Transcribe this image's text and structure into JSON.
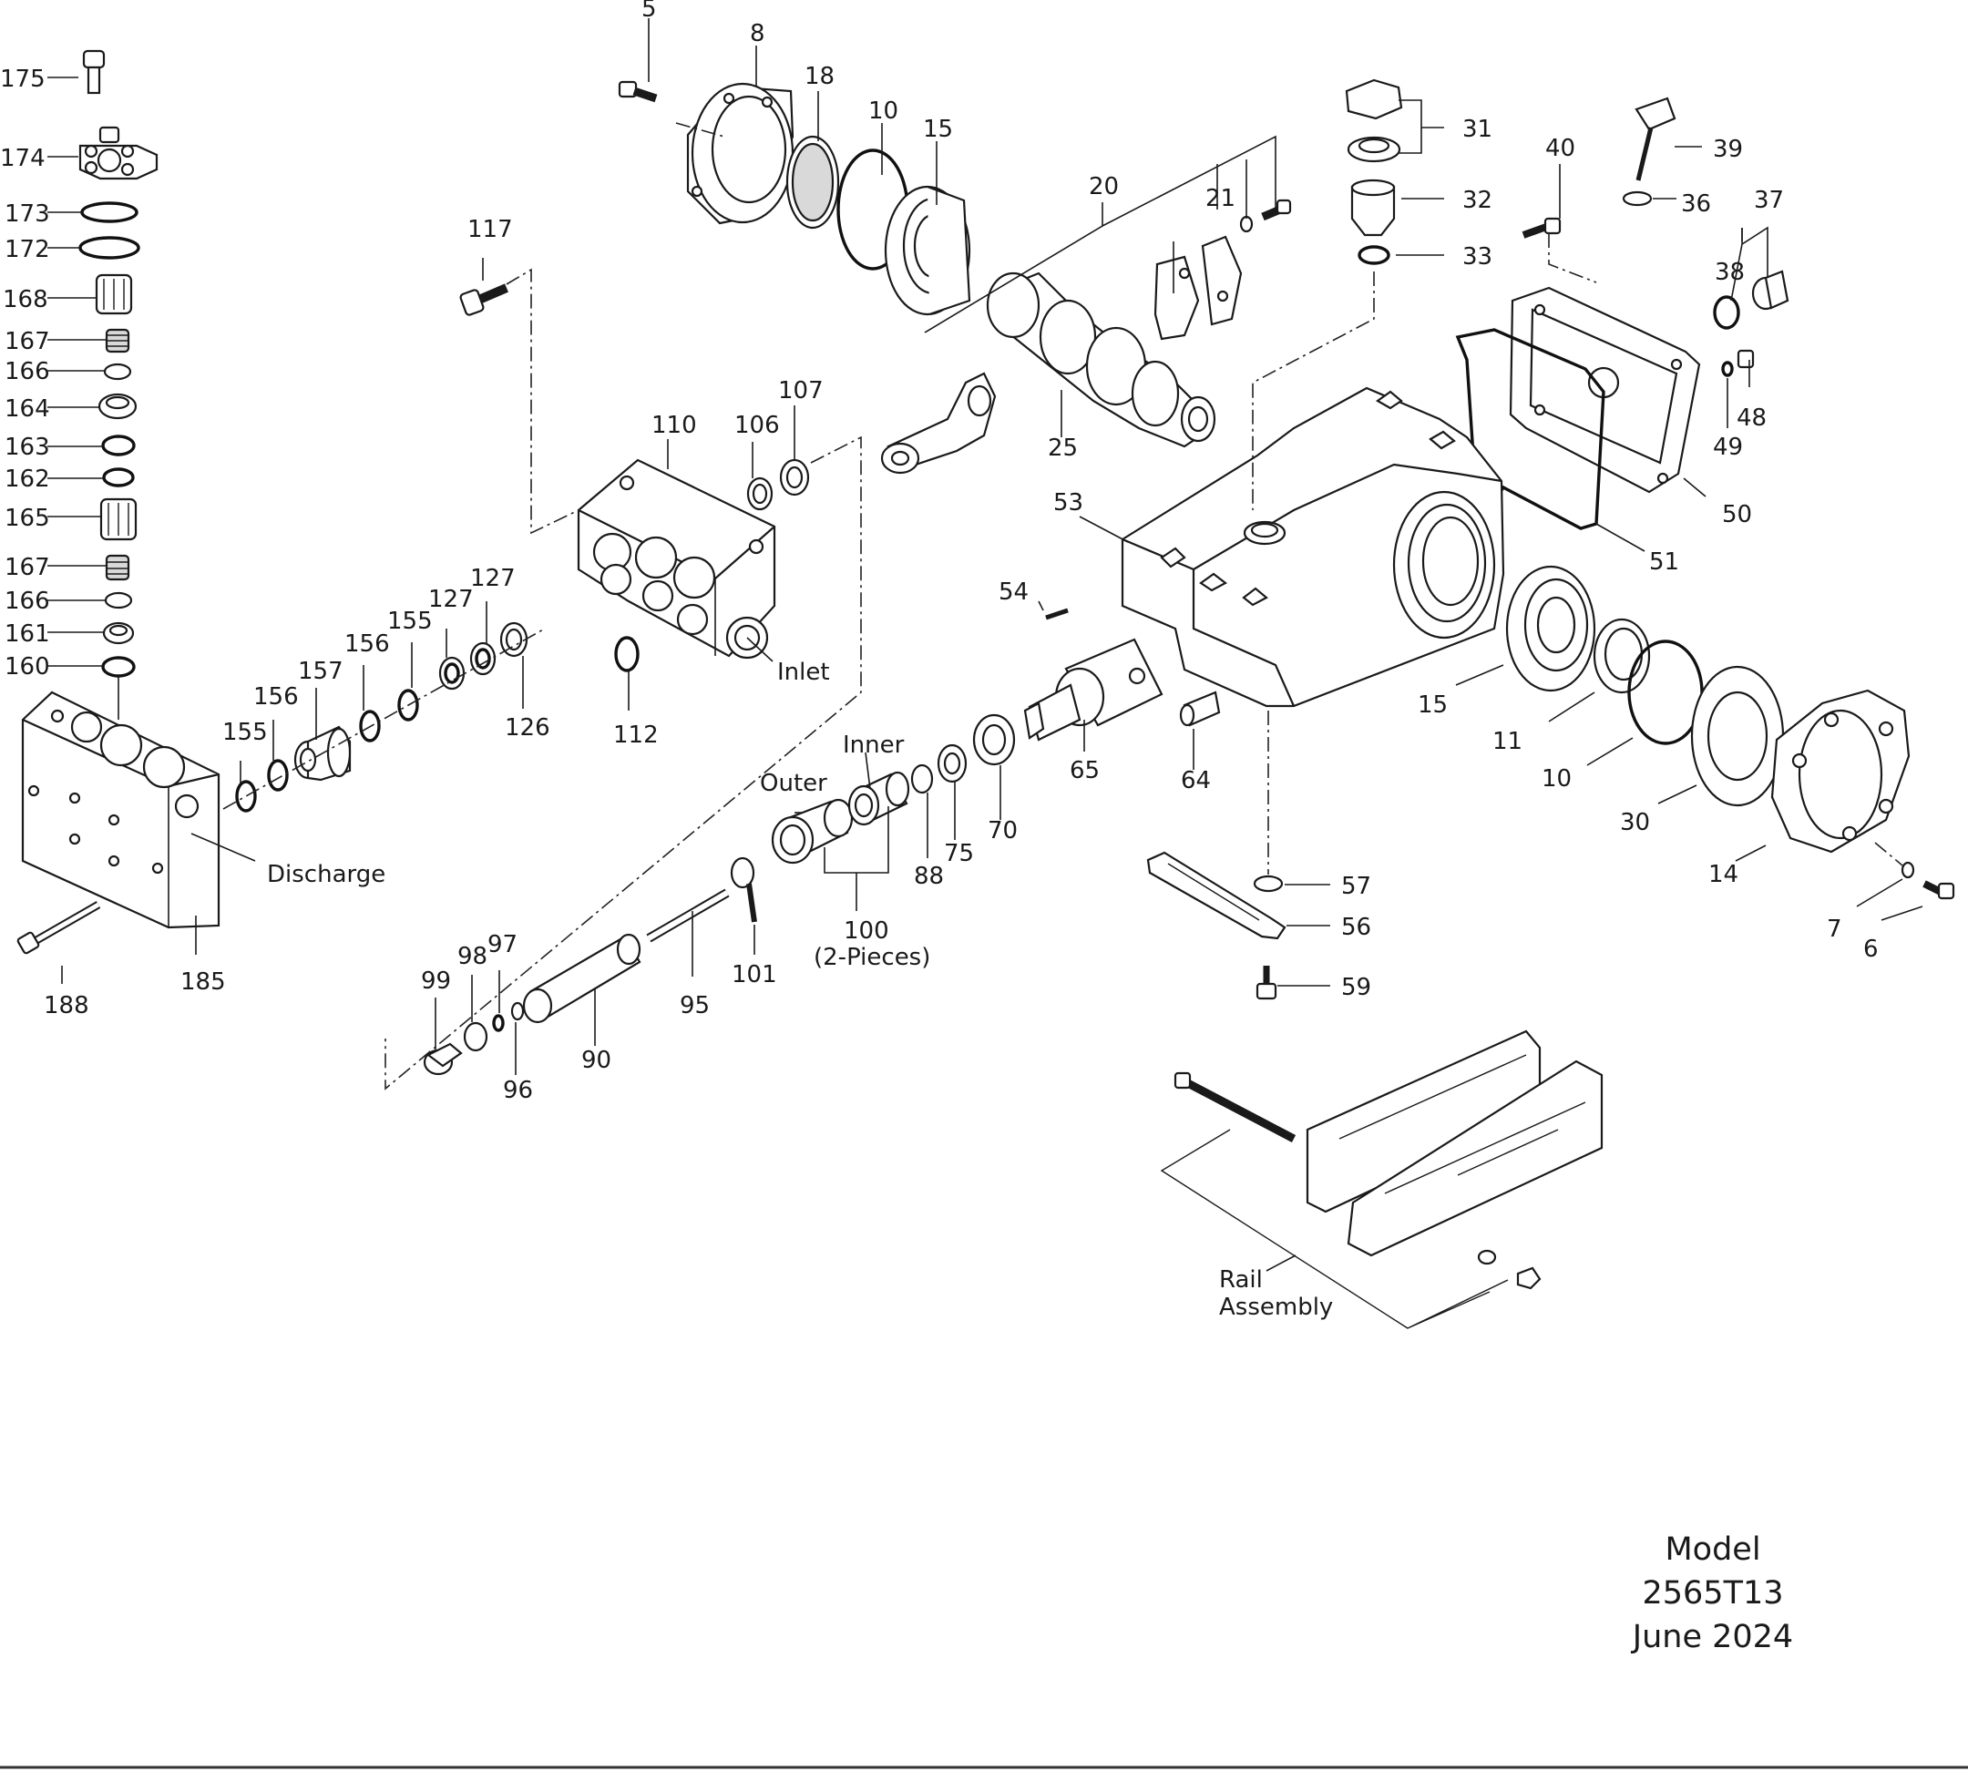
{
  "labels": {
    "p175": "175",
    "p174": "174",
    "p173": "173",
    "p172": "172",
    "p168": "168",
    "p167a": "167",
    "p166a": "166",
    "p164": "164",
    "p163": "163",
    "p162": "162",
    "p165": "165",
    "p167b": "167",
    "p166b": "166",
    "p161": "161",
    "p160": "160",
    "p185": "185",
    "p188": "188",
    "p117": "117",
    "p110": "110",
    "p106": "106",
    "p107": "107",
    "p127a": "127",
    "p127b": "127",
    "p126": "126",
    "p112": "112",
    "p155a": "155",
    "p155b": "155",
    "p156a": "156",
    "p156b": "156",
    "p157": "157",
    "p5": "5",
    "p8": "8",
    "p18": "18",
    "p10a": "10",
    "p15a": "15",
    "p20": "20",
    "p21": "21",
    "p25": "25",
    "p31": "31",
    "p32": "32",
    "p33": "33",
    "p39": "39",
    "p36": "36",
    "p40": "40",
    "p37": "37",
    "p38": "38",
    "p48": "48",
    "p49": "49",
    "p50": "50",
    "p51": "51",
    "p53": "53",
    "p54": "54",
    "p15b": "15",
    "p11": "11",
    "p10b": "10",
    "p30": "30",
    "p14": "14",
    "p7": "7",
    "p6": "6",
    "p65": "65",
    "p64": "64",
    "p70": "70",
    "p75": "75",
    "p88": "88",
    "p100": "100",
    "p100sub": "(2-Pieces)",
    "p101": "101",
    "p95": "95",
    "p90": "90",
    "p99": "99",
    "p98": "98",
    "p97": "97",
    "p96": "96",
    "p57": "57",
    "p56": "56",
    "p59": "59"
  },
  "callouts": {
    "discharge": "Discharge",
    "inlet": "Inlet",
    "outer": "Outer",
    "inner": "Inner",
    "rail_line1": "Rail",
    "rail_line2": "Assembly"
  },
  "title_block": {
    "line1": "Model",
    "line2": "2565T13",
    "line3": "June 2024"
  }
}
